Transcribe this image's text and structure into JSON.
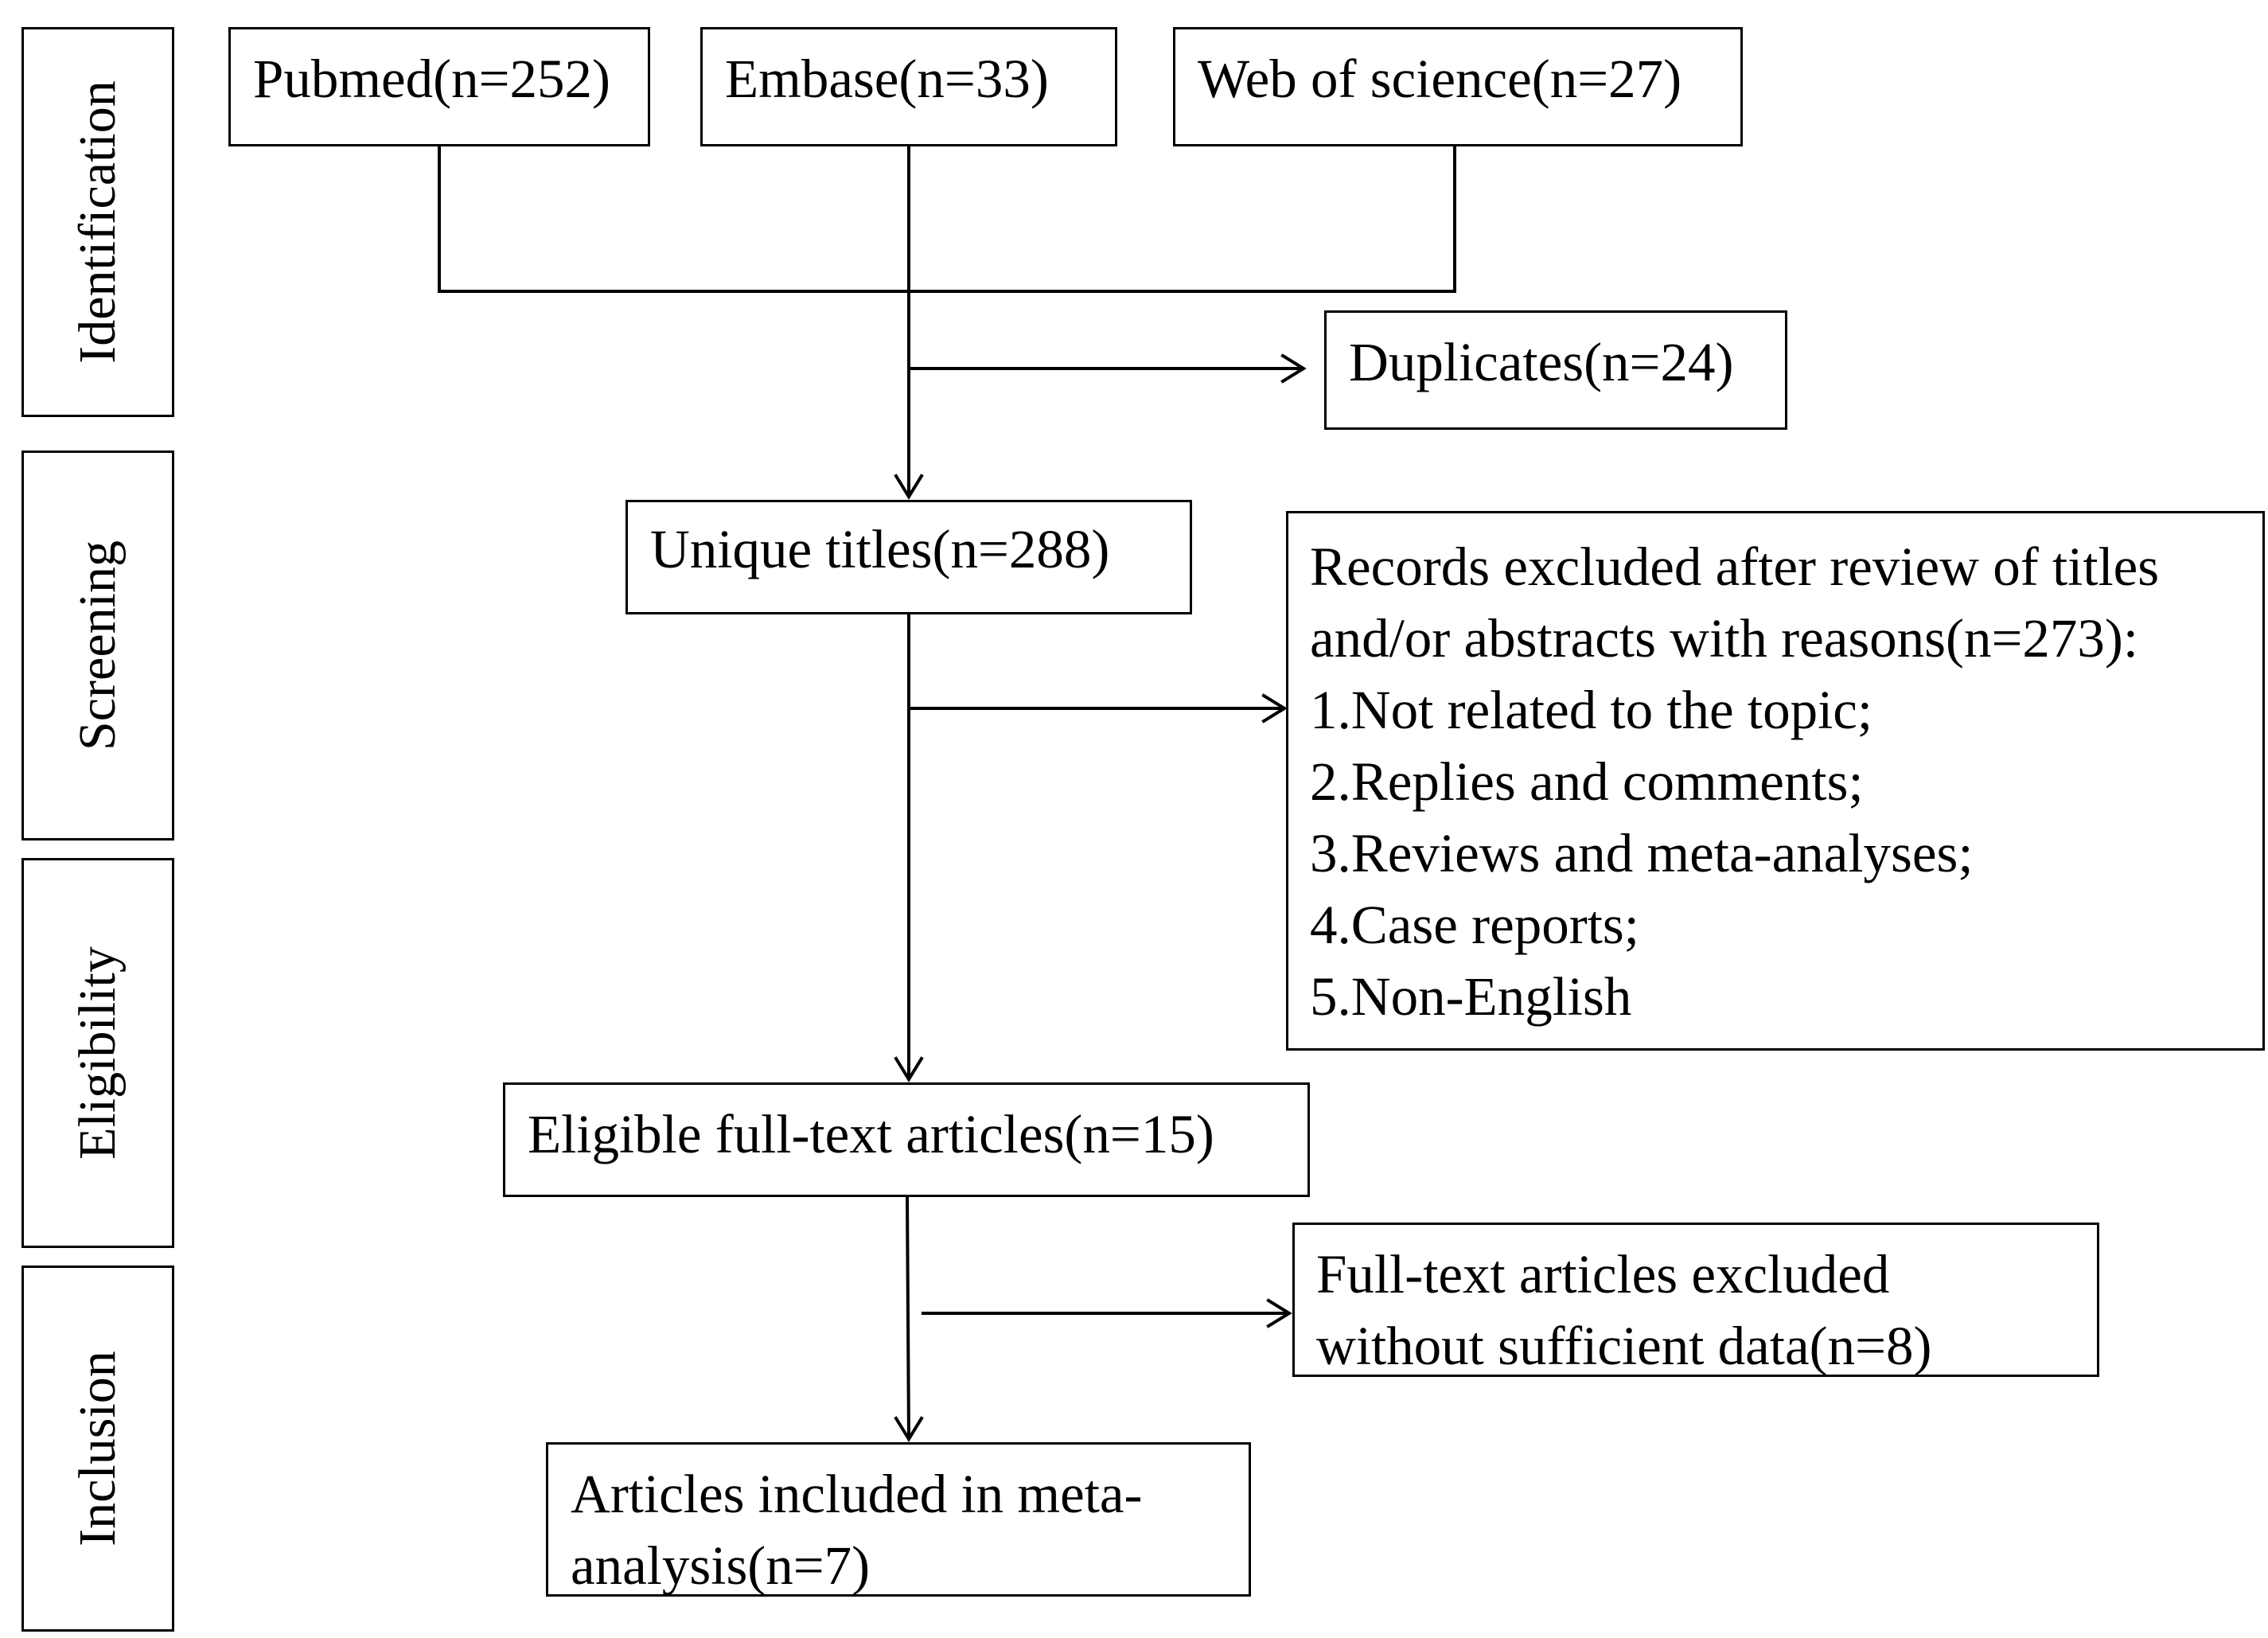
{
  "stages": {
    "identification": "Identification",
    "screening": "Screening",
    "eligibility": "Eligibility",
    "inclusion": "Inclusion"
  },
  "sources": {
    "pubmed": "Pubmed(n=252)",
    "embase": "Embase(n=33)",
    "wos": "Web of science(n=27)"
  },
  "duplicates": "Duplicates(n=24)",
  "unique": "Unique titles(n=288)",
  "excluded_records": {
    "line1": "Records excluded after review of titles",
    "line2": "and/or abstracts with reasons(n=273):",
    "reasons": [
      "1.Not related to the topic;",
      "2.Replies and comments;",
      "3.Reviews and meta-analyses;",
      "4.Case reports;",
      "5.Non-English"
    ]
  },
  "eligible": "Eligible full-text articles(n=15)",
  "fulltext_excluded": {
    "line1": "Full-text articles excluded",
    "line2": "without sufficient data(n=8)"
  },
  "included": {
    "line1": "Articles included in meta-",
    "line2": "analysis(n=7)"
  }
}
